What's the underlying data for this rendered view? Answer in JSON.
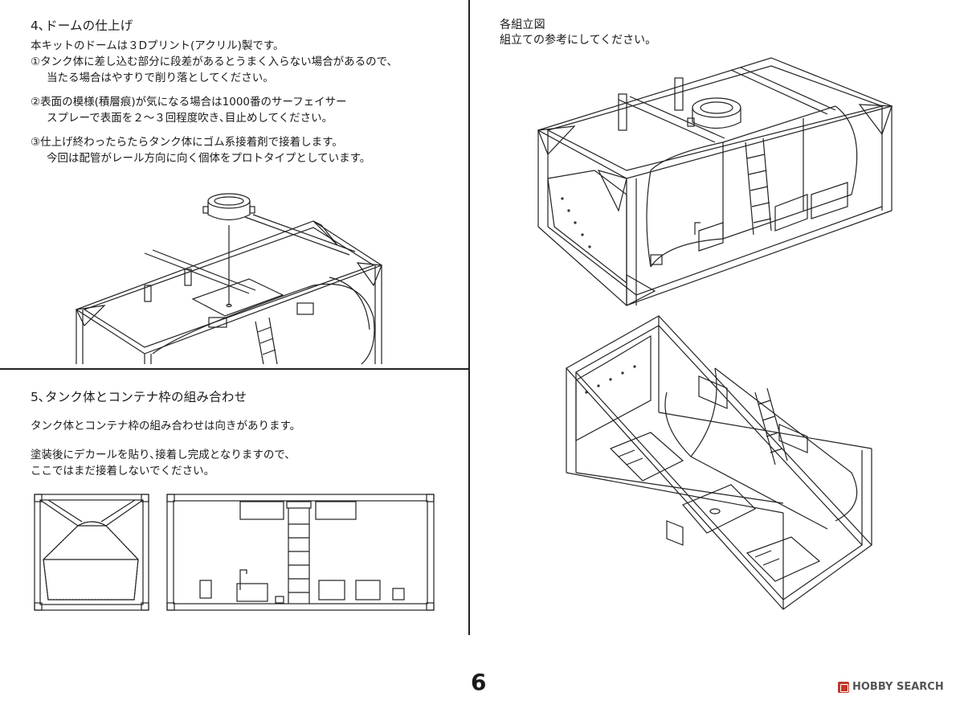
{
  "section4": {
    "heading": "4､ドームの仕上げ",
    "lines": [
      "本キットのドームは３Dプリント(アクリル)製です。",
      "①タンク体に差し込む部分に段差があるとうまく入らない場合があるので、",
      "当たる場合はやすりで削り落としてください。",
      "②表面の模様(積層痕)が気になる場合は1000番のサーフェイサー",
      "スプレーで表面を２～３回程度吹き､目止めしてください。",
      "③仕上げ終わったらたらタンク体にゴム系接着剤で接着します。",
      "今回は配管がレール方向に向く個体をプロトタイプとしています。"
    ]
  },
  "section5": {
    "heading": "5､タンク体とコンテナ枠の組み合わせ",
    "lines": [
      "タンク体とコンテナ枠の組み合わせは向きがあります。",
      "塗装後にデカールを貼り､接着し完成となりますので、",
      "ここではまだ接着しないでください。"
    ]
  },
  "assembly": {
    "heading": "各組立図",
    "subtext": "組立ての参考にしてください。"
  },
  "footer": {
    "page_number": "6",
    "watermark": "HOBBY SEARCH"
  }
}
